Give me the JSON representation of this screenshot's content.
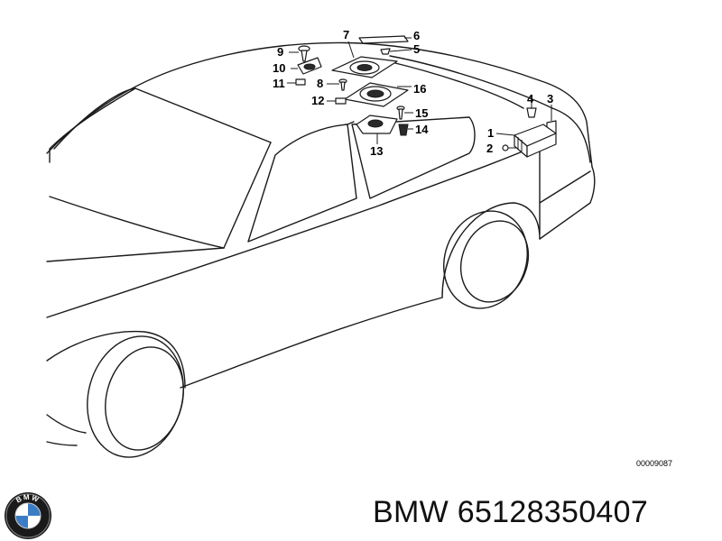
{
  "diagram": {
    "labels": {
      "l1": "1",
      "l2": "2",
      "l3": "3",
      "l4": "4",
      "l5": "5",
      "l6": "6",
      "l7": "7",
      "l8": "8",
      "l9": "9",
      "l10": "10",
      "l11": "11",
      "l12": "12",
      "l13": "13",
      "l14": "14",
      "l15": "15",
      "l16": "16"
    },
    "diagram_code": "00009087"
  },
  "footer": {
    "part_number": "BMW 65128350407",
    "logo_text": "BMW",
    "logo_colors": {
      "ring": "#1a1a1a",
      "blue": "#3b7dc4",
      "white": "#ffffff"
    }
  }
}
